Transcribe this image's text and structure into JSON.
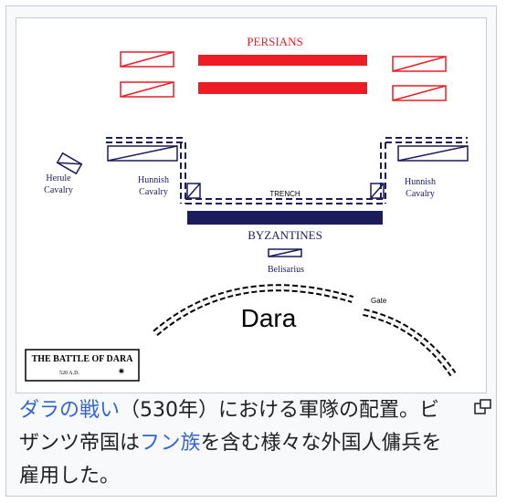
{
  "diagram": {
    "labels": {
      "persians": "PERSIANS",
      "byzantines": "BYZANTINES",
      "trench": "TRENCH",
      "herule_line1": "Herule",
      "herule_line2": "Cavalry",
      "hunnish_left_line1": "Hunnish",
      "hunnish_left_line2": "Cavalry",
      "hunnish_right_line1": "Hunnish",
      "hunnish_right_line2": "Cavalry",
      "belisarius": "Belisarius",
      "dara": "Dara",
      "gate": "Gate"
    },
    "legend": {
      "title": "THE BATTLE OF DARA",
      "date": "520 A.D."
    },
    "colors": {
      "persian": "#ee1c25",
      "byzantine": "#1c1c5c",
      "city": "#000000"
    }
  },
  "caption": {
    "link1": "ダラの戦い",
    "text1": "（530年）における軍隊の配置。ビザンツ帝国は",
    "link2": "フン族",
    "text2": "を含む様々な外国人傭兵を雇用した。"
  },
  "icons": {
    "magnify": "magnify-icon"
  }
}
